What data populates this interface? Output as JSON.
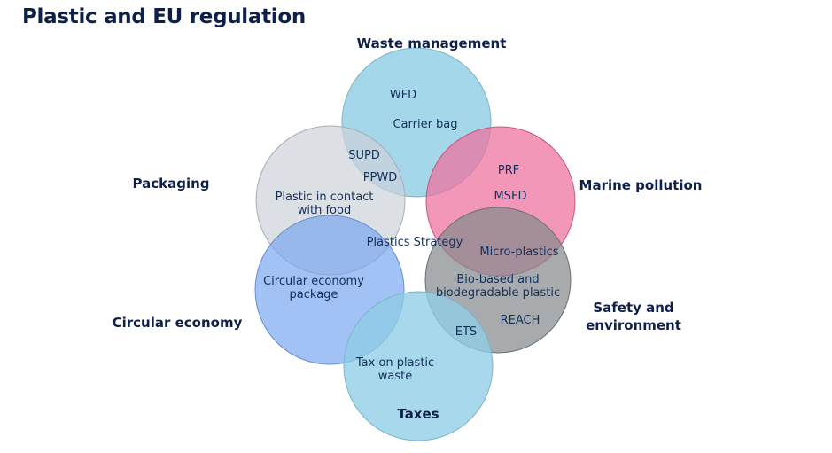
{
  "title": "Plastic and EU regulation",
  "categories": {
    "waste_management": "Waste management",
    "packaging": "Packaging",
    "marine_pollution": "Marine pollution",
    "circular_economy": "Circular economy",
    "safety_line1": "Safety and",
    "safety_line2": "environment",
    "taxes": "Taxes"
  },
  "items": {
    "wfd": "WFD",
    "carrier_bag": "Carrier bag",
    "supd": "SUPD",
    "ppwd": "PPWD",
    "prf": "PRF",
    "msfd": "MSFD",
    "food_line1": "Plastic in contact",
    "food_line2": "with food",
    "plastics_strategy": "Plastics Strategy",
    "micro_plastics": "Micro-plastics",
    "bio_line1": "Bio-based and",
    "bio_line2": "biodegradable plastic",
    "circ_line1": "Circular economy",
    "circ_line2": "package",
    "reach": "REACH",
    "ets": "ETS",
    "tax_line1": "Tax on plastic",
    "tax_line2": "waste"
  },
  "colors": {
    "waste_management": "#8fcde6",
    "packaging": "#d4d8de",
    "marine_pollution": "#f07aa3",
    "circular_economy": "#85aef0",
    "safety_environment": "#8f9498",
    "taxes": "#8fcde6",
    "title": "#0e1f4a"
  }
}
